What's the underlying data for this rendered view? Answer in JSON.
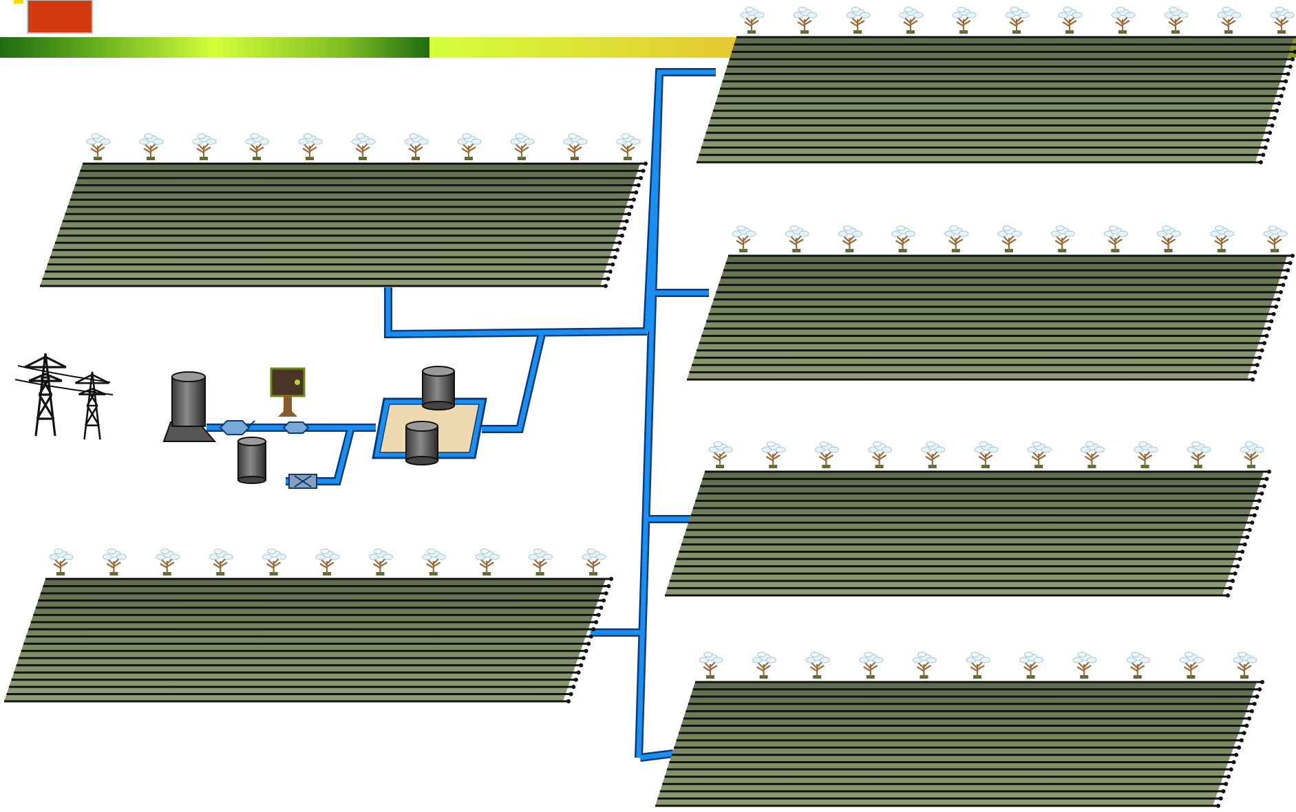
{
  "header": {
    "logo": "red-square-logo",
    "title_bar_colors": [
      "#1f6b12",
      "#d4ff3a",
      "#d86a1a"
    ]
  },
  "colors": {
    "pipe": "#1a8ff0",
    "pipe_edge": "#0a3a7a",
    "field_top": "#6e7d5c",
    "field_mid": "#7f9166",
    "drip_line": "#111111",
    "tank": "#555555",
    "pad": "#efd9b0",
    "accent_red": "#d23b12"
  },
  "diagram": {
    "components": [
      {
        "name": "power-line-towers",
        "icon": "pylon-icon"
      },
      {
        "name": "well-pump-tank",
        "icon": "pump-icon"
      },
      {
        "name": "control-cabinet",
        "icon": "controller-icon"
      },
      {
        "name": "fertilizer-tank",
        "icon": "tank-icon"
      },
      {
        "name": "filter-station",
        "icon": "filter-icon"
      },
      {
        "name": "valve",
        "icon": "valve-icon"
      }
    ],
    "fields": [
      {
        "name": "field-left-top",
        "trees": 11
      },
      {
        "name": "field-left-bottom",
        "trees": 11
      },
      {
        "name": "field-right-1",
        "trees": 11
      },
      {
        "name": "field-right-2",
        "trees": 11
      },
      {
        "name": "field-right-3",
        "trees": 11
      },
      {
        "name": "field-right-4",
        "trees": 11
      }
    ]
  }
}
